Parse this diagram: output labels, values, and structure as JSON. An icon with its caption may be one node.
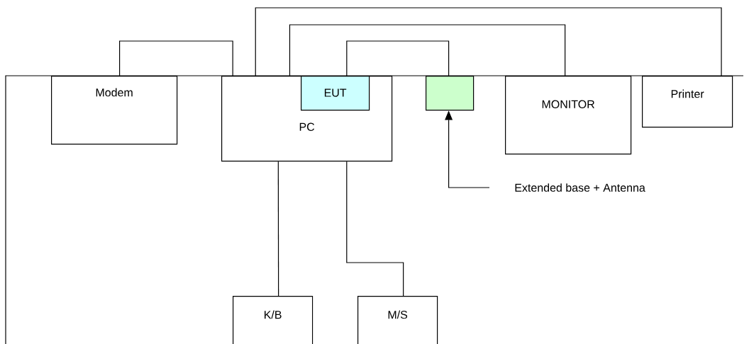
{
  "diagram": {
    "nodes": [
      {
        "text": [
          "Modem"
        ]
      },
      {
        "text": [
          "PC"
        ]
      },
      {
        "text": [
          "EUT"
        ],
        "in": 1
      },
      {
        "text": [],
        "shape": "box"
      },
      {
        "text": [
          "MONITOR"
        ]
      },
      {
        "text": [
          "Printer"
        ]
      },
      {
        "text": [
          "K/B"
        ]
      },
      {
        "text": [
          "M/S"
        ]
      },
      {
        "text": [
          "Extended base + Antenna"
        ]
      }
    ],
    "edges": [
      {
        "from": 0,
        "to": 1,
        "arrow": "none"
      },
      {
        "from": 1,
        "to": 5,
        "arrow": "none"
      },
      {
        "from": 1,
        "to": 4,
        "arrow": "none"
      },
      {
        "from": 2,
        "to": 3,
        "arrow": "none"
      },
      {
        "from": 1,
        "to": 6,
        "arrow": "none"
      },
      {
        "from": 1,
        "to": 7,
        "arrow": "none"
      },
      {
        "from": 8,
        "to": 3,
        "arrow": "to"
      }
    ]
  }
}
